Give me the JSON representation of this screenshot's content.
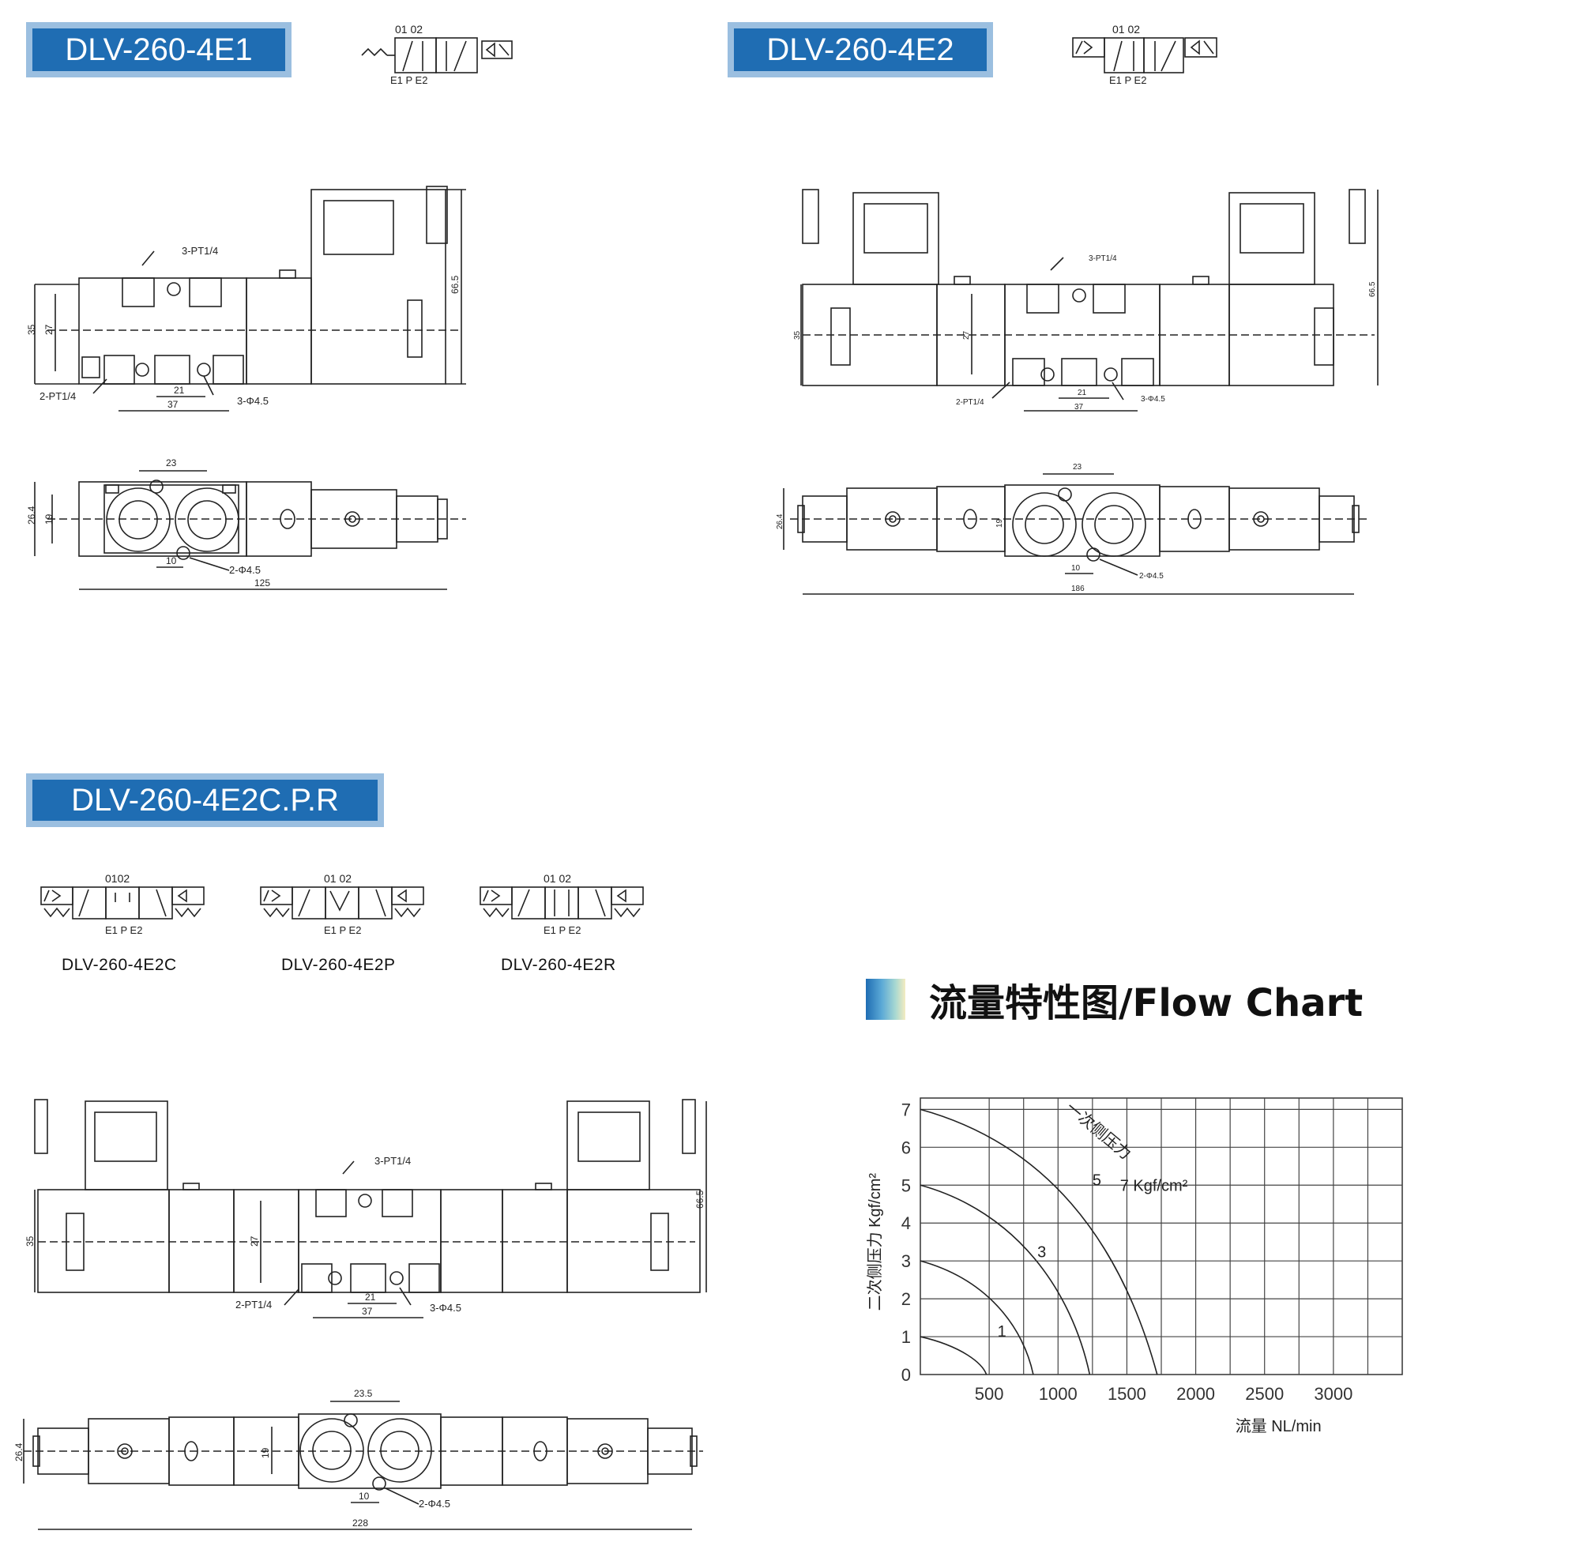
{
  "sections": {
    "e1": {
      "title": "DLV-260-4E1"
    },
    "e2": {
      "title": "DLV-260-4E2"
    },
    "e2cpr": {
      "title": "DLV-260-4E2C.P.R"
    }
  },
  "symbol": {
    "ports_top": "01  02",
    "ports_top_tight": "0102",
    "ports_bottom": "E1 P E2"
  },
  "variants": [
    "DLV-260-4E2C",
    "DLV-260-4E2P",
    "DLV-260-4E2R"
  ],
  "dims": {
    "pt_top": "3-PT1/4",
    "pt_bottom": "2-PT1/4",
    "hole3": "3-Φ4.5",
    "hole2": "2-Φ4.5",
    "d35": "35",
    "d27": "27",
    "d21": "21",
    "d37": "37",
    "d665": "66.5",
    "d264": "26.4",
    "d19": "19",
    "d23": "23",
    "d235": "23.5",
    "d10": "10",
    "len125": "125",
    "len186": "186",
    "len228": "228"
  },
  "flow_chart": {
    "heading": "流量特性图/Flow Chart"
  },
  "chart_data": {
    "type": "line",
    "title": "流量特性图/Flow Chart",
    "xlabel": "流量 NL/min",
    "ylabel": "二次侧压力  Kgf/cm²",
    "x_ticks": [
      500,
      1000,
      1500,
      2000,
      2500,
      3000
    ],
    "y_ticks": [
      0,
      1,
      2,
      3,
      4,
      5,
      6,
      7
    ],
    "xlim": [
      0,
      3500
    ],
    "ylim": [
      0,
      7.3
    ],
    "grid": true,
    "annotations": [
      "一次侧压力",
      "7 Kgf/cm²"
    ],
    "series": [
      {
        "name": "1",
        "x": [
          0,
          300,
          450,
          480
        ],
        "y": [
          1,
          0.75,
          0.3,
          0
        ]
      },
      {
        "name": "3",
        "x": [
          0,
          500,
          750,
          820
        ],
        "y": [
          3,
          2.5,
          1.2,
          0
        ]
      },
      {
        "name": "5",
        "x": [
          0,
          700,
          1100,
          1230
        ],
        "y": [
          5,
          4.3,
          2.2,
          0
        ]
      },
      {
        "name": "7",
        "x": [
          0,
          900,
          1450,
          1720
        ],
        "y": [
          7,
          6.1,
          3.6,
          0
        ]
      }
    ]
  }
}
